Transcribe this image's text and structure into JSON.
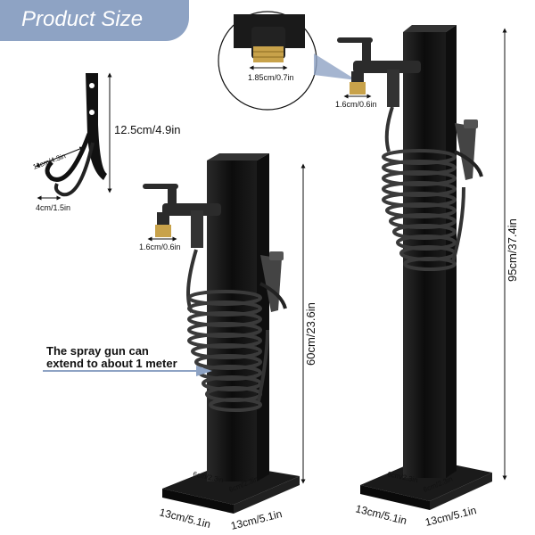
{
  "banner": {
    "title": "Product Size",
    "color": "#8ea3c4"
  },
  "hook": {
    "height": "12.5cm/4.9in",
    "depth": "11cm/4.3in",
    "width": "4cm/1.5in"
  },
  "small_post": {
    "height": "60cm/23.6in",
    "faucet_outlet": "1.6cm/0.6in",
    "inner_side_a": "6cm/2.3in",
    "inner_side_b": "6cm/2.3in",
    "base_side_a": "13cm/5.1in",
    "base_side_b": "13cm/5.1in"
  },
  "tall_post": {
    "height": "95cm/37.4in",
    "faucet_outlet": "1.6cm/0.6in",
    "inner_side_a": "6cm/2.3in",
    "inner_side_b": "6cm/2.3in",
    "base_side_a": "13cm/5.1in",
    "base_side_b": "13cm/5.1in"
  },
  "zoom_detail": {
    "thread": "1.85cm/0.7in"
  },
  "callout": {
    "line1": "The spray gun can",
    "line2": "extend to about 1 meter",
    "arrow_color": "#8ea3c4"
  },
  "colors": {
    "post": "#111111",
    "hose": "#3a3a3a",
    "brass": "#c8a24a"
  }
}
